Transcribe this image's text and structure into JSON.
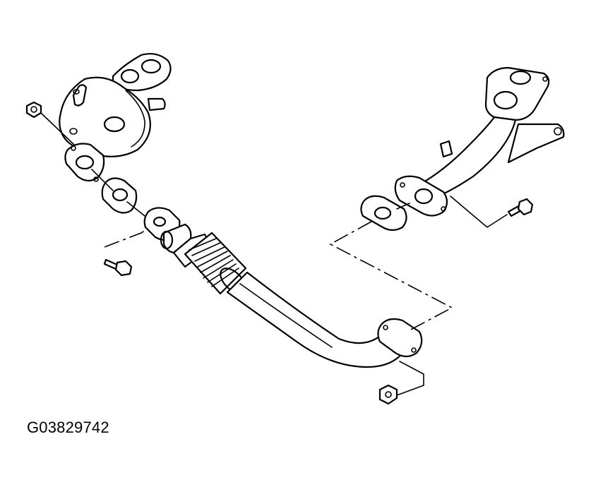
{
  "figure": {
    "caption": "G03829742"
  },
  "colors": {
    "line": "#000000",
    "background": "#ffffff"
  },
  "parts": [
    "left-exhaust-manifold",
    "left-gasket",
    "left-bolt",
    "left-nut",
    "flex-front-pipe",
    "right-exhaust-pipe",
    "right-gasket",
    "right-bolt",
    "rear-flange-nut"
  ]
}
